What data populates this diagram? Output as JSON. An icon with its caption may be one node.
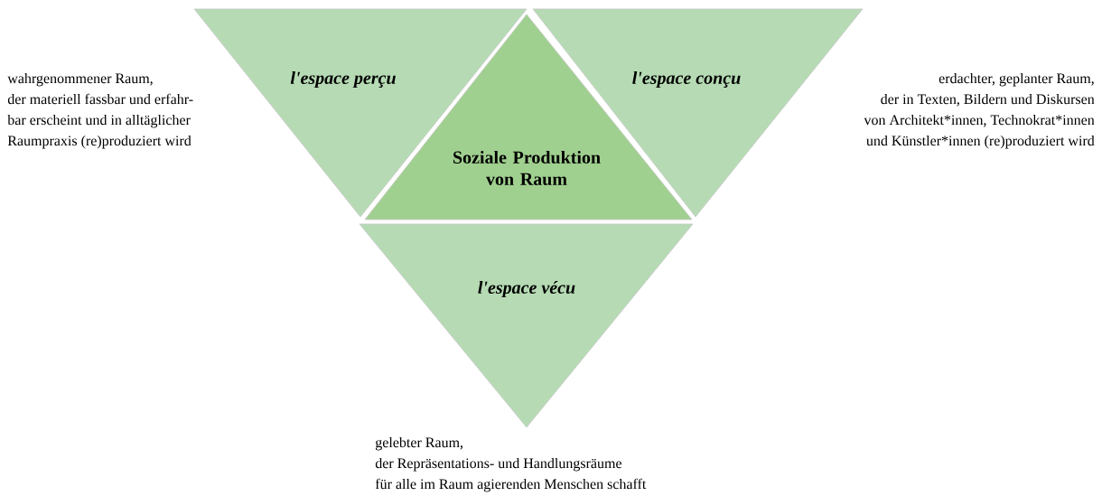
{
  "diagram": {
    "nodes": [
      {
        "text": [
          "l'espace perçu"
        ],
        "beside": [
          "wahrgenommener Raum,",
          "der materiell fassbar und erfahr-",
          "bar erscheint und in alltäglicher",
          "Raumpraxis (re)produziert wird"
        ]
      },
      {
        "text": [
          "Soziale Produktion von Raum"
        ]
      },
      {
        "text": [
          "l'espace conçu"
        ],
        "beside": [
          "erdachter, geplanter Raum,",
          "der in Texten, Bildern und Diskursen",
          "von Architekt*innen, Technokrat*innen",
          "und Künstler*innen (re)produziert wird"
        ]
      },
      {
        "text": [
          "l'espace vécu"
        ],
        "beside": [
          "gelebter Raum,",
          "der Repräsentations- und Handlungsräume",
          "für alle im Raum agierenden Menschen schafft"
        ]
      }
    ]
  }
}
